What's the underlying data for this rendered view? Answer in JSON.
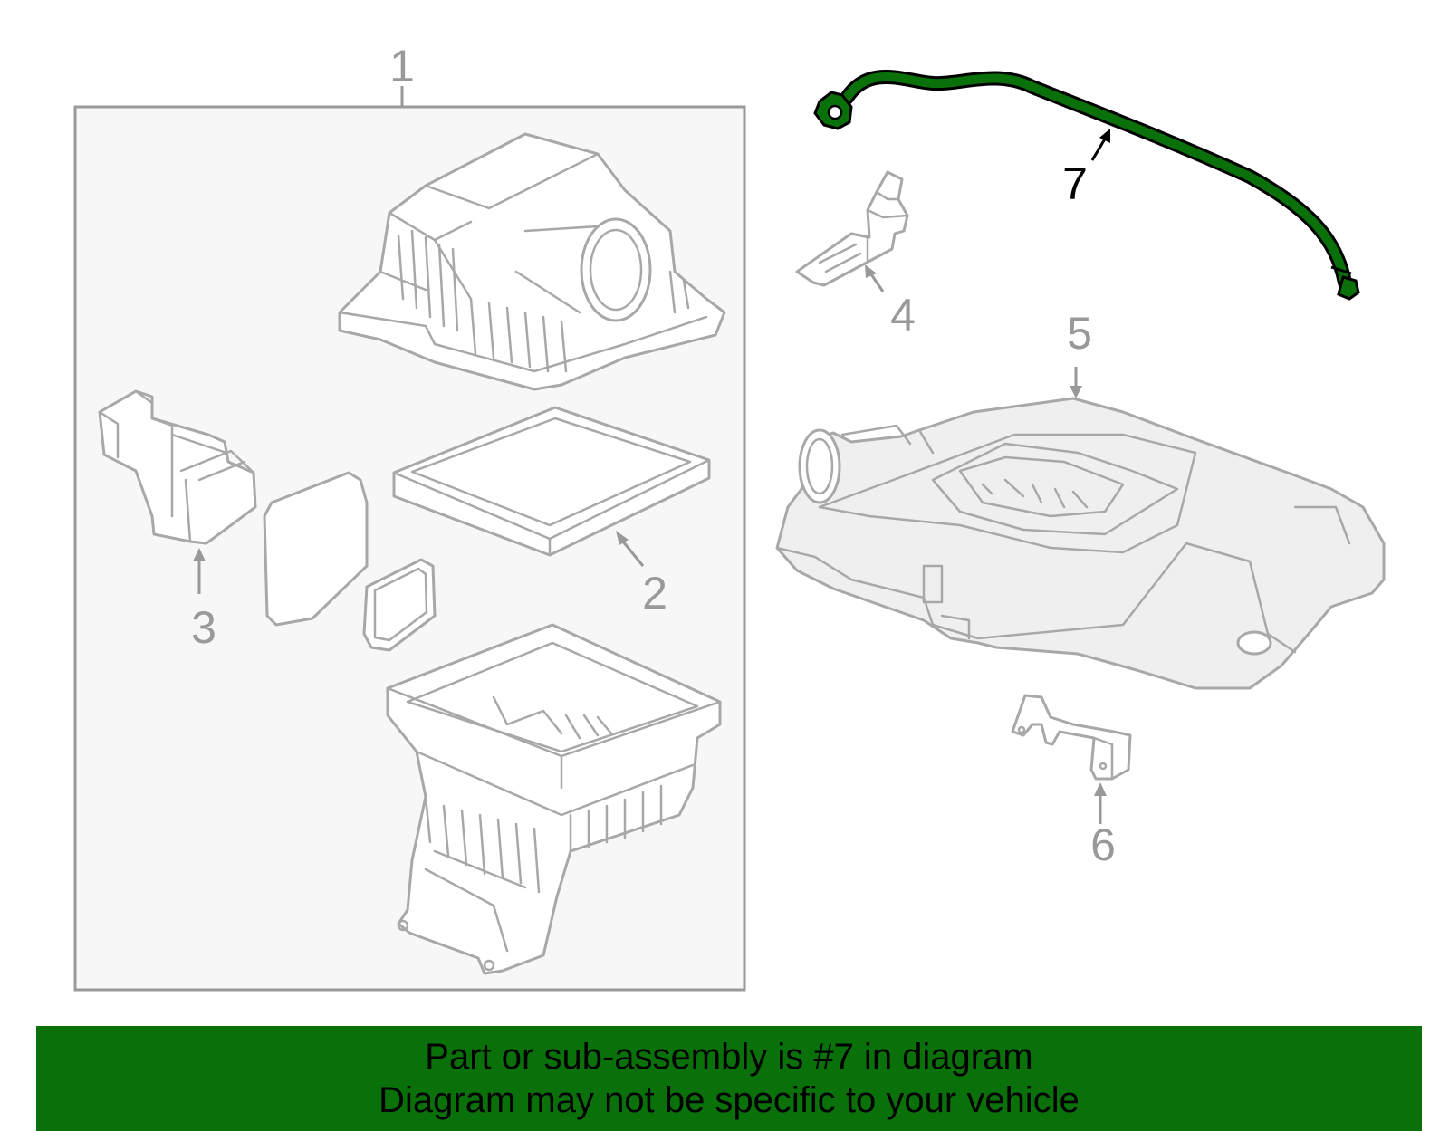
{
  "callouts": {
    "c1": "1",
    "c2": "2",
    "c3": "3",
    "c4": "4",
    "c5": "5",
    "c6": "6",
    "c7": "7"
  },
  "highlighted_part": "7",
  "colors": {
    "highlight_part": "#0a700a",
    "banner_background": "#0a700a",
    "part_outline": "#a8a8a8",
    "group_box_background": "#f7f7f7"
  },
  "banner": {
    "line1": "Part or sub-assembly is #7 in diagram",
    "line2": "Diagram may not be specific to your vehicle"
  }
}
